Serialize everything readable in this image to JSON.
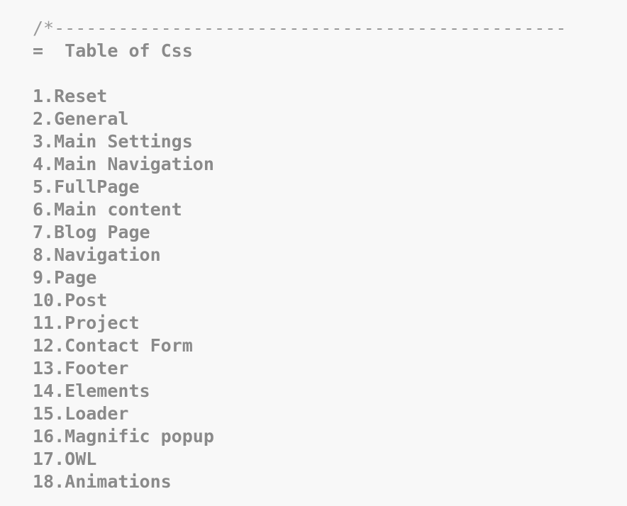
{
  "header": {
    "rule": "/*------------------------------------------------",
    "title": "=  Table of Css"
  },
  "toc": [
    "1.Reset",
    "2.General",
    "3.Main Settings",
    "4.Main Navigation",
    "5.FullPage",
    "6.Main content",
    "7.Blog Page",
    "8.Navigation",
    "9.Page",
    "10.Post",
    "11.Project",
    "12.Contact Form",
    "13.Footer",
    "14.Elements",
    "15.Loader",
    "16.Magnific popup",
    "17.OWL",
    "18.Animations"
  ]
}
